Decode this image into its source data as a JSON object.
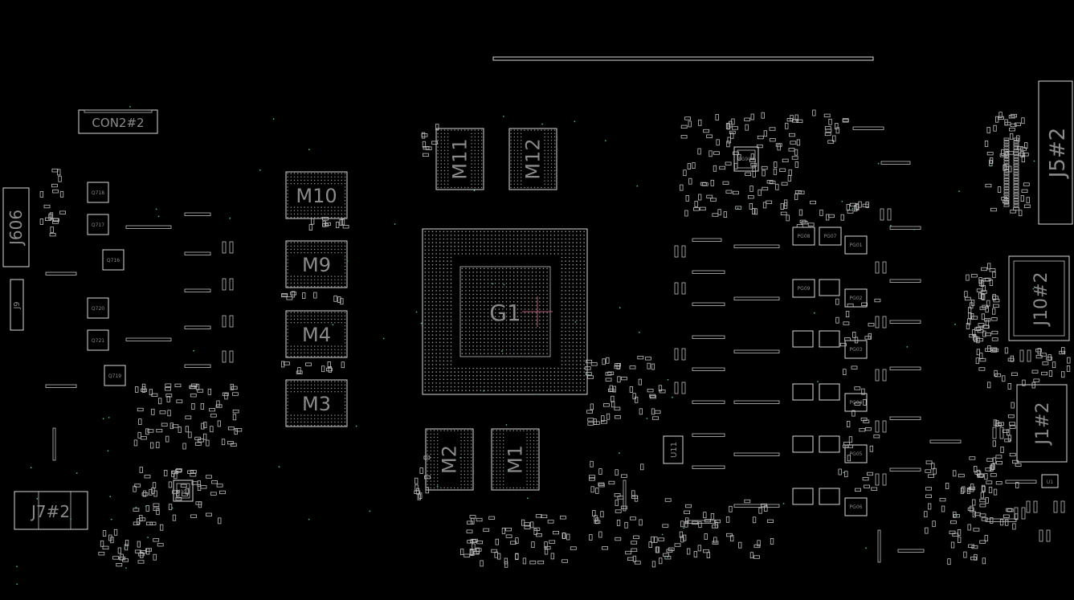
{
  "colors": {
    "background": "#000000",
    "outline": "#d8d8d8",
    "label": "#8a8a8a",
    "dot": "#3fbf6a"
  },
  "labels": {
    "con2": "CON2#2",
    "j606": "J606",
    "j9": "J9",
    "j7": "J7#2",
    "m10": "M10",
    "m9": "M9",
    "m4": "M4",
    "m3": "M3",
    "m11": "M11",
    "m12": "M12",
    "m2": "M2",
    "m1": "M1",
    "g1": "G1",
    "j5": "J5#2",
    "j10": "J10#2",
    "j1": "J1#2",
    "u11": "U11",
    "u1": "U1",
    "q718": "Q718",
    "q717": "Q717",
    "q716": "Q716",
    "q720": "Q720",
    "q721": "Q721",
    "q719": "Q719",
    "pg1": "PG01",
    "pg2": "PG02",
    "pg3": "PG03",
    "pg4": "PG04",
    "pg5": "PG05",
    "pg6": "PG06",
    "pg7": "PG07",
    "pg8": "PG08",
    "pg9": "PG09",
    "u903": "U903",
    "u904": "PG904"
  }
}
